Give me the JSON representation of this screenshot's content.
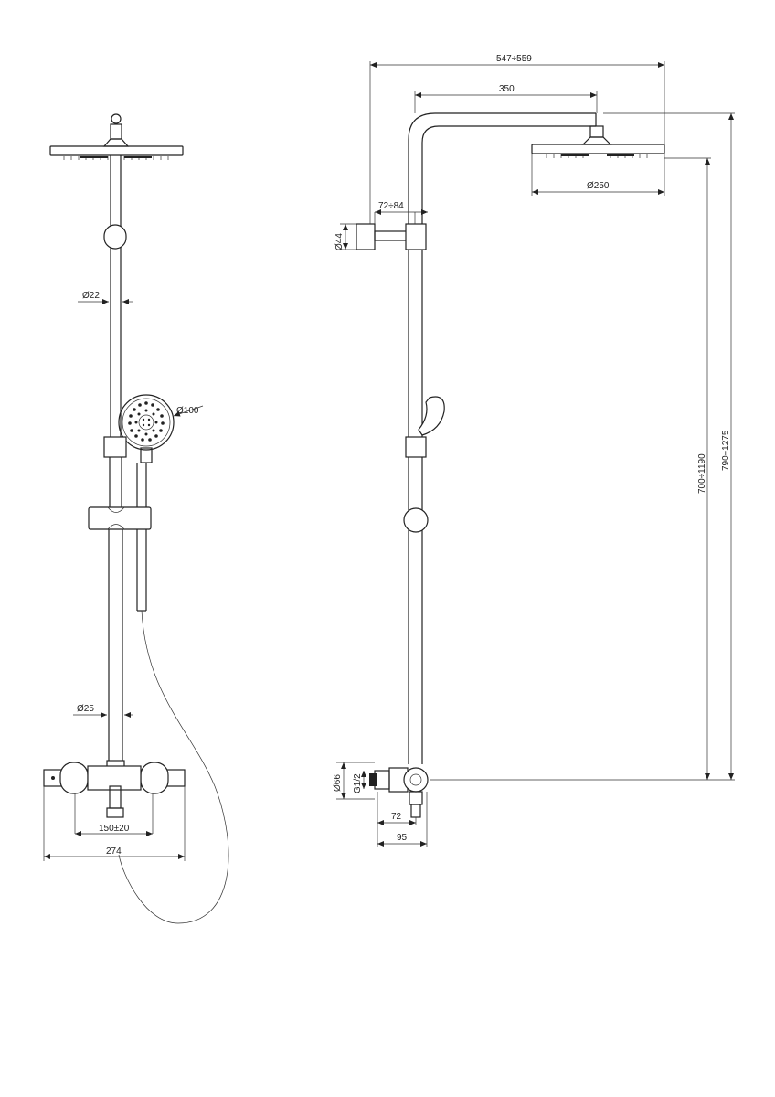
{
  "dimensions": {
    "front": {
      "pipe_upper_diameter": "Ø22",
      "handshower_diameter": "Ø100",
      "pipe_lower_diameter": "Ø25",
      "inlet_spacing": "150±20",
      "mixer_width": "274"
    },
    "side": {
      "overall_projection": "547÷559",
      "arm_length": "350",
      "wall_bracket_offset": "72÷84",
      "wall_bracket_diameter": "Ø44",
      "head_diameter": "Ø250",
      "head_height": "700÷1190",
      "total_height": "790÷1275",
      "connector_diameter": "Ø66",
      "thread": "G1/2",
      "mixer_offset_a": "72",
      "mixer_offset_b": "95"
    }
  },
  "colors": {
    "line": "#222222",
    "background": "#ffffff"
  }
}
